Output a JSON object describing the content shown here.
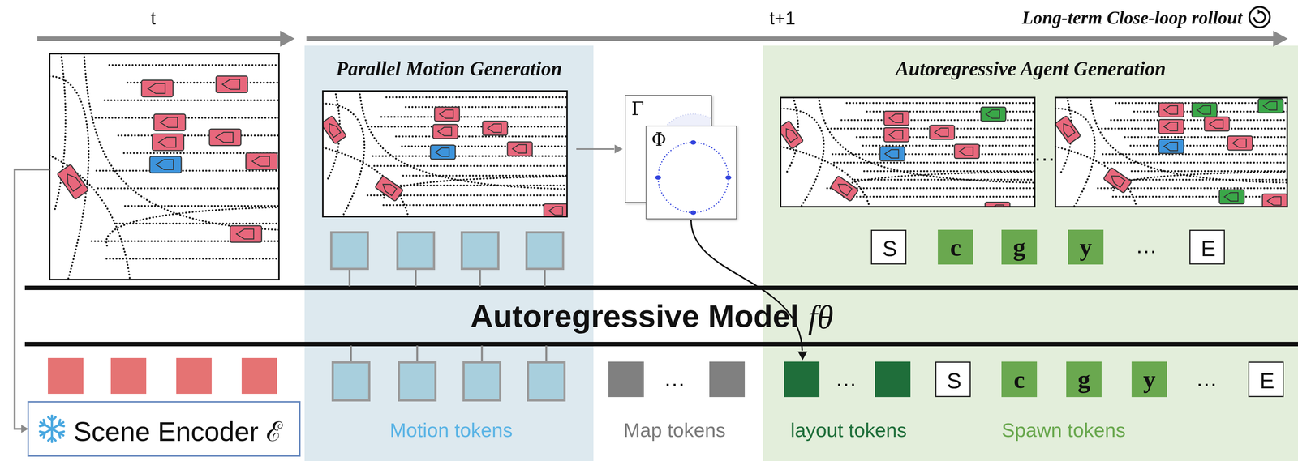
{
  "diagram": {
    "nodes": [
      {
        "text": [
          "Parallel Motion Generation",
          "Motion tokens"
        ]
      },
      {
        "text": [
          "Γ"
        ]
      },
      {
        "text": [
          "Φ"
        ]
      },
      {
        "text": [
          "Autoregressive Agent Generation",
          "layout tokens",
          "Spawn tokens"
        ]
      },
      {
        "text": [
          "S"
        ],
        "in": 3
      },
      {
        "text": [
          "c"
        ],
        "in": 3
      },
      {
        "text": [
          "g"
        ],
        "in": 3
      },
      {
        "text": [
          "y"
        ],
        "in": 3
      },
      {
        "text": [
          "E"
        ],
        "in": 3
      },
      {
        "text": [
          "S"
        ],
        "in": 3
      },
      {
        "text": [
          "c"
        ],
        "in": 3
      },
      {
        "text": [
          "g"
        ],
        "in": 3
      },
      {
        "text": [
          "y"
        ],
        "in": 3
      },
      {
        "text": [
          "E"
        ],
        "in": 3
      },
      {
        "text": [
          "Scene Encoder ℰ"
        ]
      }
    ],
    "labels": [
      "t",
      "t+1",
      "Long-term Close-loop rollout",
      "…",
      "…",
      "Autoregressive Model",
      "fθ",
      "…",
      "Map tokens",
      "…",
      "…"
    ]
  }
}
